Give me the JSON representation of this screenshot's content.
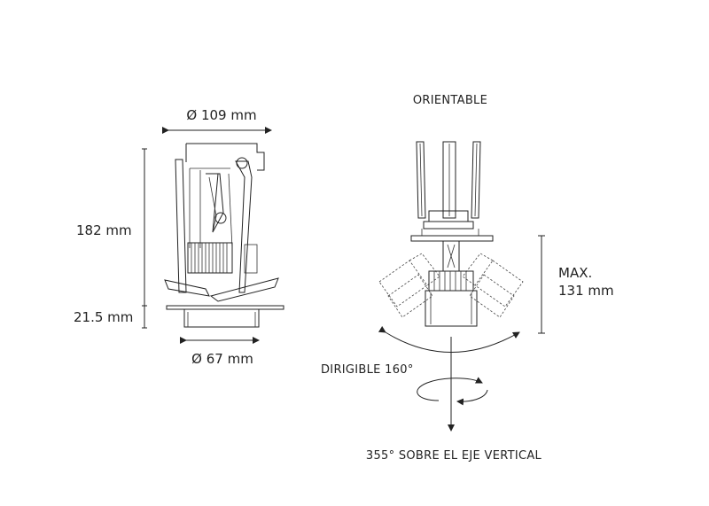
{
  "left_view": {
    "diameter_top": "Ø 109 mm",
    "height_total": "182 mm",
    "height_trim": "21.5 mm",
    "diameter_bottom": "Ø 67 mm"
  },
  "right_view": {
    "title": "ORIENTABLE",
    "max_label": "MAX.",
    "max_value": "131 mm",
    "tilt_label": "DIRIGIBLE 160°",
    "rotation_label": "355° SOBRE EL EJE VERTICAL"
  }
}
